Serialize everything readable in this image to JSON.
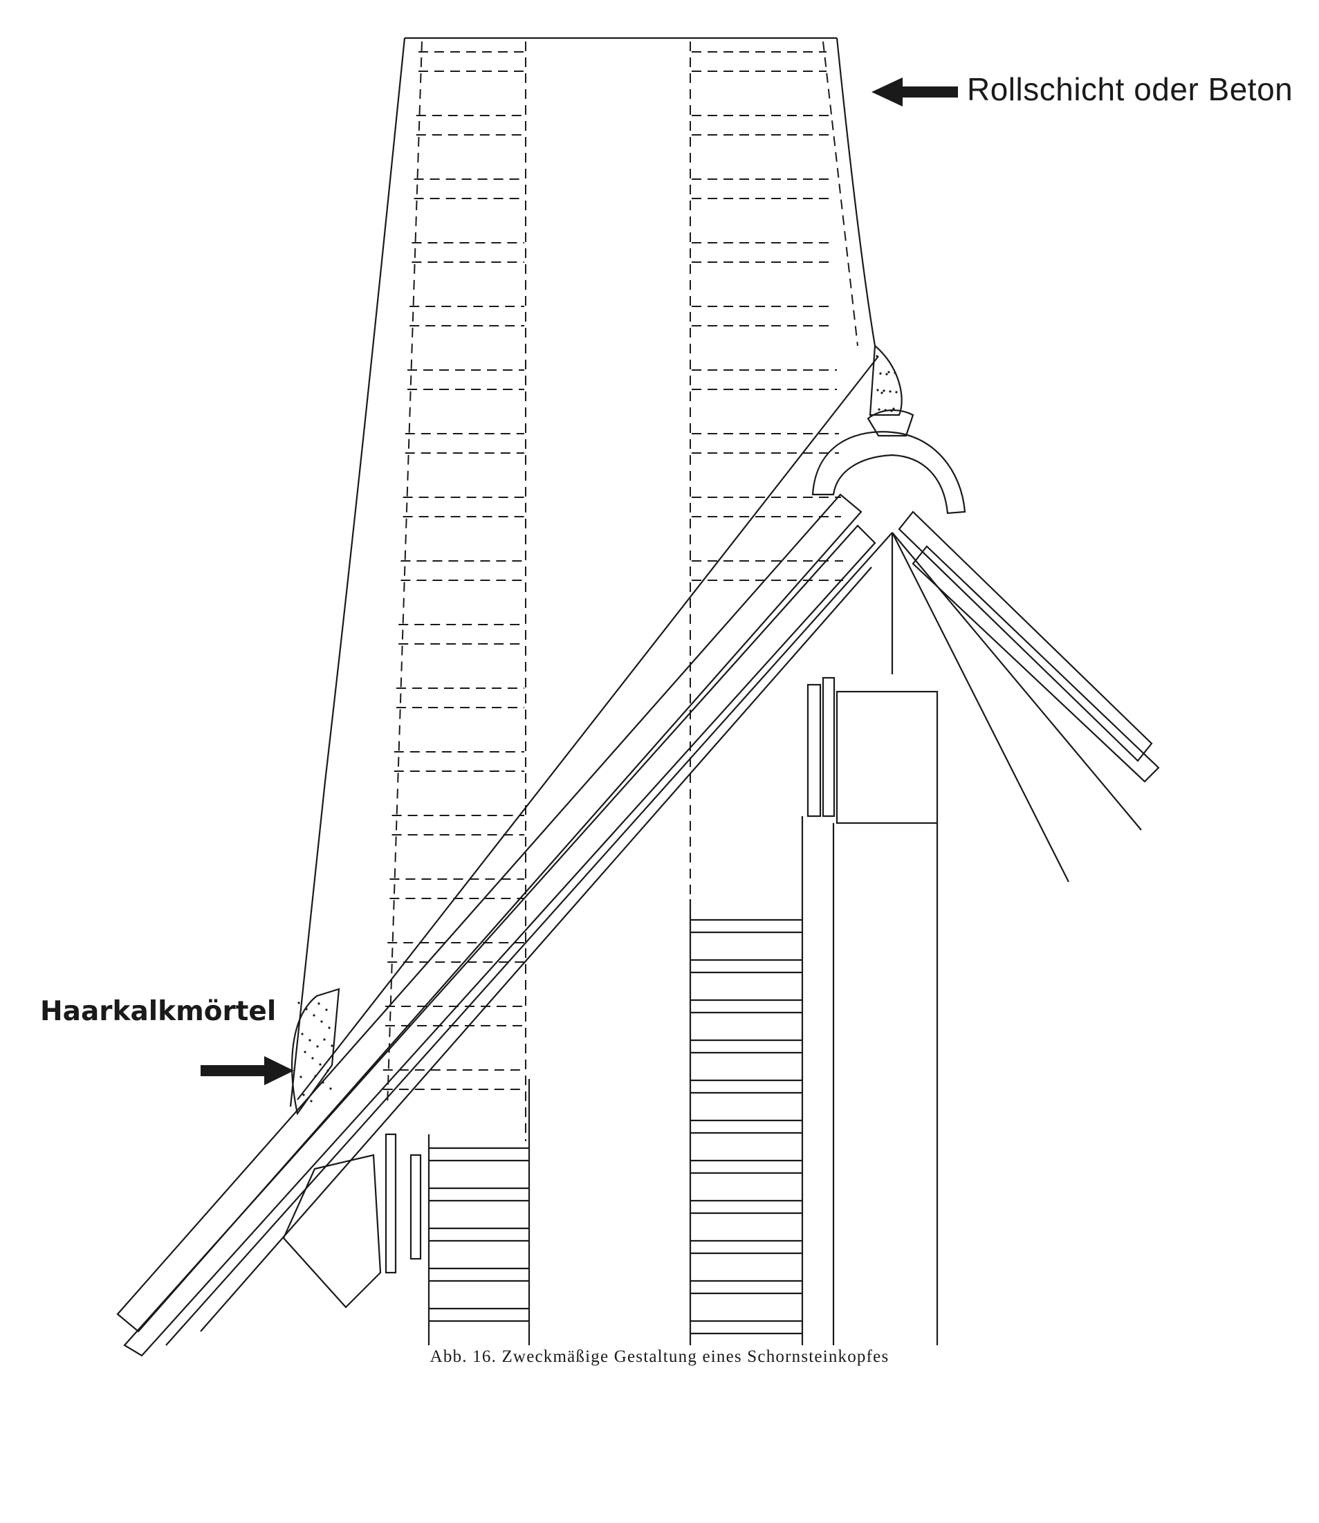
{
  "labels": {
    "top_right": "Rollschicht oder Beton",
    "left": "Haarkalkmörtel"
  },
  "caption": "Abb. 16. Zweckmäßige Gestaltung eines Schornsteinkopfes",
  "colors": {
    "ink": "#1a1a1a",
    "paper": "#ffffff"
  }
}
